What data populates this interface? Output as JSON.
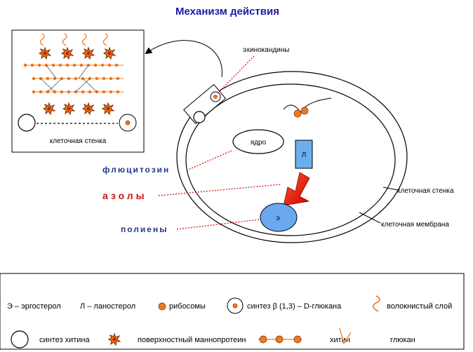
{
  "title": "Механизм действия",
  "inset": {
    "cell_wall_label": "клеточная стенка"
  },
  "cell": {
    "echinocandins": "эхинокандины",
    "nucleus": "ядро",
    "lanosterol_box": "Л",
    "ergosterol_circle": "э",
    "cell_wall": "клеточная стенка",
    "cell_membrane": "клеточная мембрана"
  },
  "drugs": {
    "flucytosine": "флюцитозин",
    "azoles": "азолы",
    "polyenes": "полиены"
  },
  "legend": {
    "ergosterol": "Э – эргостерол",
    "lanosterol": "Л – ланостерол",
    "ribosomes": "рибосомы",
    "glucan_synthesis": "синтез β (1,3) – D-глюкана",
    "fibrous_layer": "волокнистый слой",
    "chitin_synthesis": "синтез хитина",
    "mannoprotein": "поверхностный маннопротеин",
    "chitin": "хитин",
    "glucan": "глюкан"
  },
  "colors": {
    "title": "#1a1aa8",
    "orange": "#f07820",
    "dotted_red": "#dd2222",
    "azole_red": "#cc1111",
    "drug_blue": "#1f3a8a",
    "lanosterol_fill": "#6ab0f0",
    "ergosterol_fill": "#6aa8f0"
  }
}
